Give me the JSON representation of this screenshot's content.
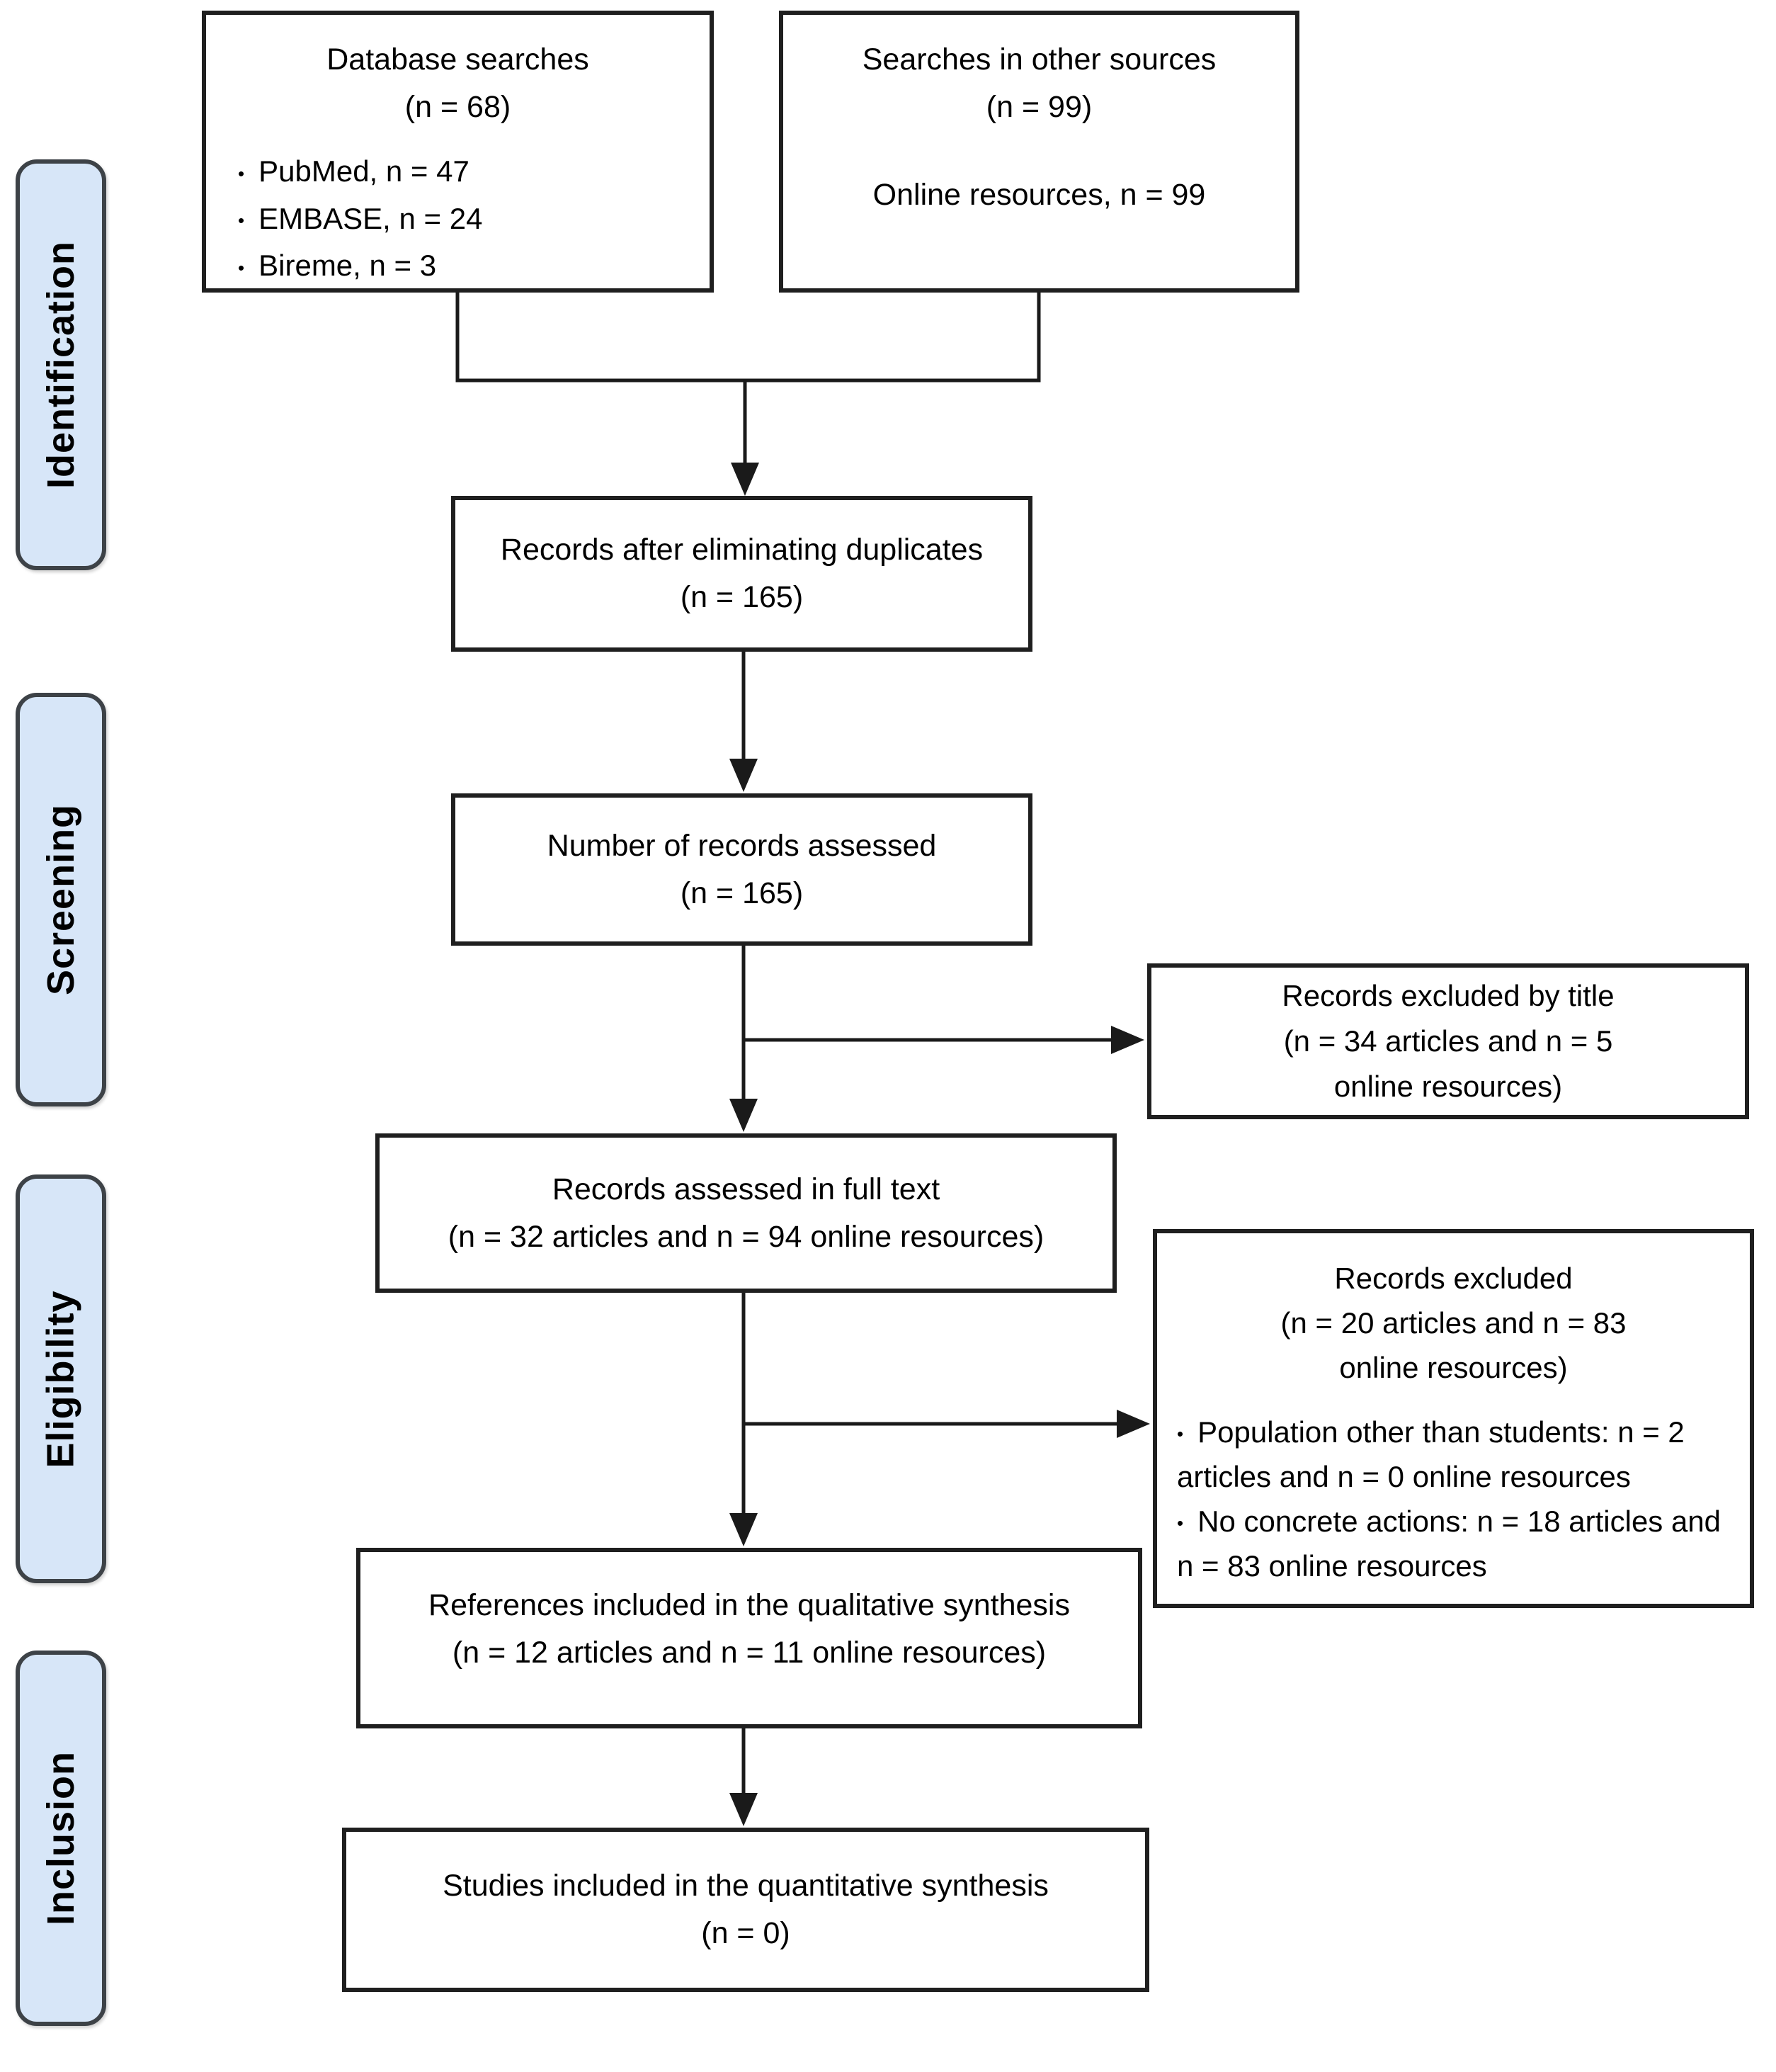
{
  "colors": {
    "stage-fill": "#d7e6f8",
    "stage-border": "#3d4247",
    "box-border": "#1f1f1f",
    "line": "#1a1a1a",
    "text": "#000000",
    "background": "#ffffff"
  },
  "glyphs": {
    "bullet": "•"
  },
  "sidebar": {
    "stages": [
      {
        "label": "Identification"
      },
      {
        "label": "Screening"
      },
      {
        "label": "Eligibility"
      },
      {
        "label": "Inclusion"
      }
    ]
  },
  "flow": {
    "database_searches": {
      "title": "Database searches",
      "count": "(n = 68)",
      "items": [
        "PubMed, n = 47",
        "EMBASE, n = 24",
        "Bireme, n = 3"
      ]
    },
    "other_sources": {
      "title": "Searches in other sources",
      "count": "(n = 99)",
      "note": "Online resources, n = 99"
    },
    "deduplicated": {
      "line1": "Records after eliminating duplicates",
      "line2": "(n = 165)"
    },
    "assessed": {
      "line1": "Number of records assessed",
      "line2": "(n = 165)"
    },
    "excluded_by_title": {
      "line1": "Records excluded by title",
      "line2": "(n = 34 articles and n = 5",
      "line3": "online resources)"
    },
    "full_text": {
      "line1": "Records assessed in full text",
      "line2": "(n = 32 articles and n = 94 online resources)"
    },
    "excluded_full_text": {
      "line1": "Records excluded",
      "line2": "(n = 20 articles and n = 83",
      "line3": "online resources)",
      "items": [
        "Population other than students: n = 2 articles and n = 0 online resources",
        "No concrete actions: n = 18 articles and n = 83 online resources"
      ]
    },
    "qualitative": {
      "line1": "References included in the qualitative synthesis",
      "line2": "(n = 12 articles and n = 11 online resources)"
    },
    "quantitative": {
      "line1": "Studies included in the quantitative synthesis",
      "line2": "(n = 0)"
    }
  }
}
